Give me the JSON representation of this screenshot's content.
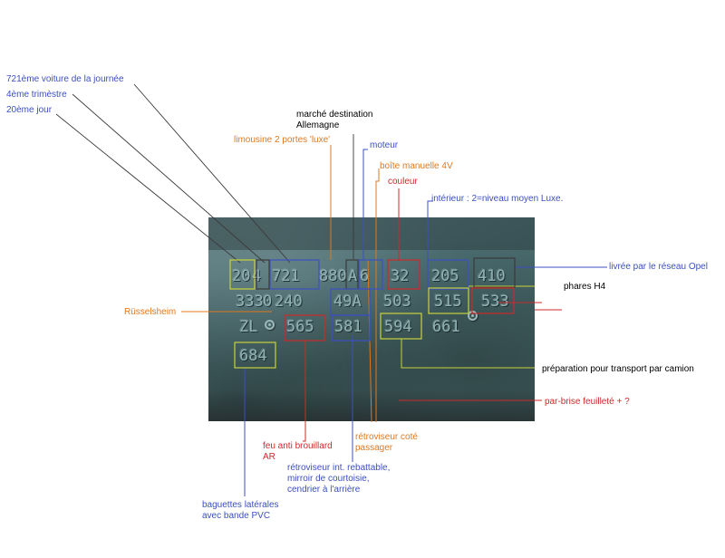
{
  "plate": {
    "row1": [
      "20",
      "4",
      "721",
      "880",
      "A",
      "6",
      "32",
      "205",
      "410"
    ],
    "row2": [
      "333",
      "0",
      "240",
      "49A",
      "503",
      "515",
      "533"
    ],
    "row3": [
      "ZL",
      "565",
      "581",
      "594",
      "661"
    ],
    "row4": [
      "684"
    ]
  },
  "labels": {
    "car_of_day": "721ème voiture de la journée",
    "quarter": "4ème trimèstre",
    "day": "20ème jour",
    "destination": "marché destination",
    "destination_country": "Allemagne",
    "body": "limousine 2 portes 'luxe'",
    "engine": "moteur",
    "gearbox": "boîte manuelle 4V",
    "color": "couleur",
    "interior": "intérieur : 2=niveau moyen Luxe.",
    "opel_network": "livrée par le réseau Opel",
    "headlights": "phares H4",
    "plant": "Rüsselsheim",
    "truck_transport": "préparation pour transport par camion",
    "windscreen": "par-brise feuilleté + ?",
    "fog_lamp_1": "feu anti brouillard",
    "fog_lamp_2": "AR",
    "mirror_1": "rétroviseur coté",
    "mirror_2": "passager",
    "inner_mirror_1": "rétroviseur int. rebattable,",
    "inner_mirror_2": "mirroir de courtoisie,",
    "inner_mirror_3": "cendrier à l'arrière",
    "mouldings_1": "baguettes latérales",
    "mouldings_2": "avec bande PVC"
  },
  "colors": {
    "blue": "#3c4fc0",
    "orange": "#e0781e",
    "red": "#cc2a2a",
    "green": "#c8d23a",
    "black": "#000000",
    "plate": "#4c6e72"
  }
}
